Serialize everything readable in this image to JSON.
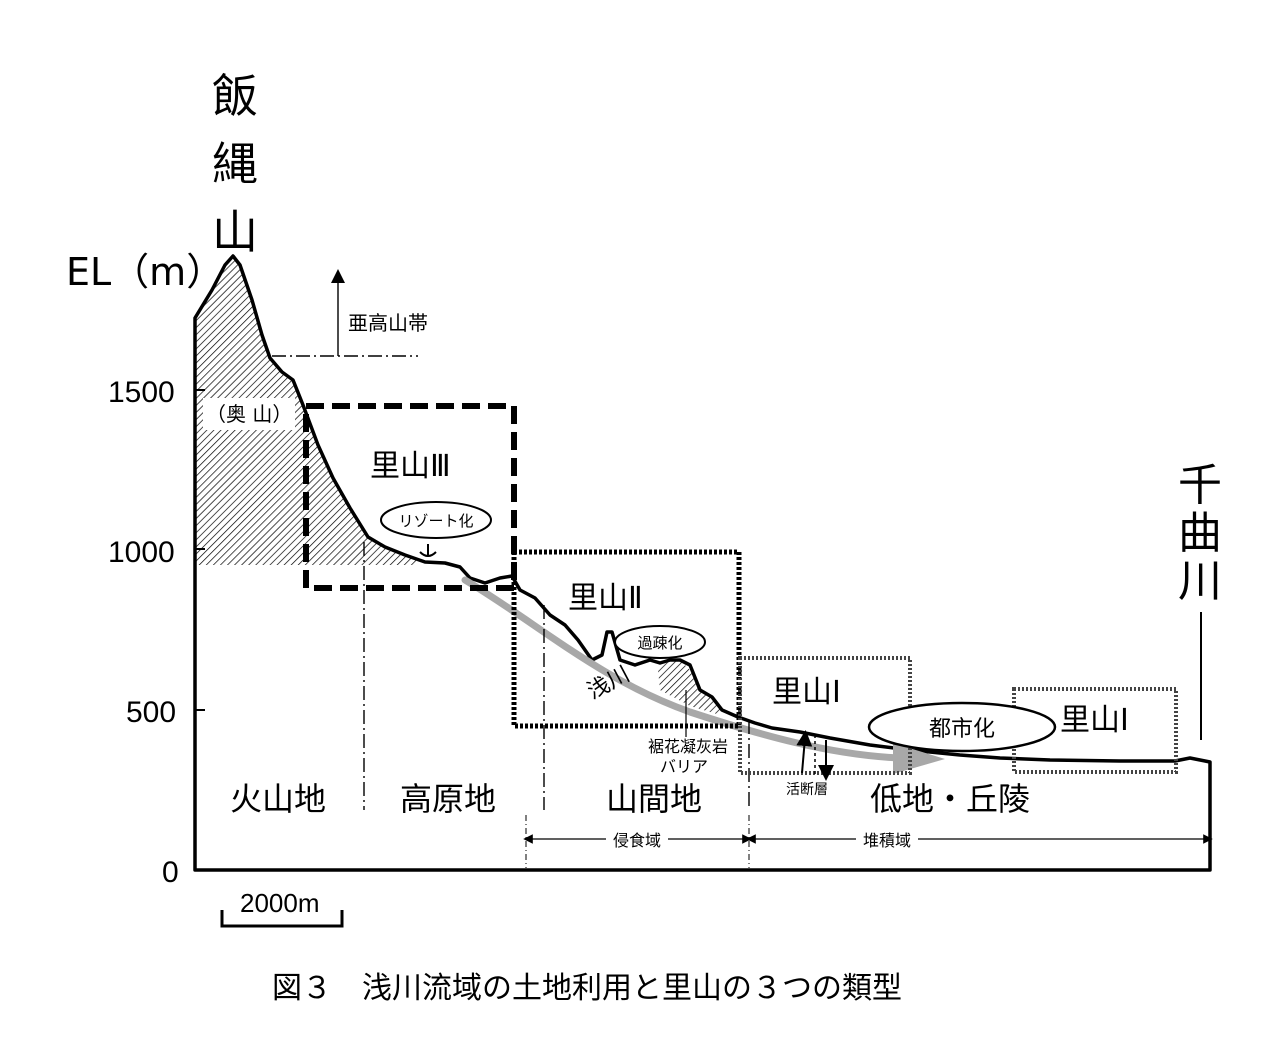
{
  "title": {
    "peak": "飯縄山",
    "river_end": "千曲川",
    "caption": "図３　浅川流域の土地利用と里山の３つの類型"
  },
  "axis": {
    "y_label": "EL（m）",
    "ticks": [
      "1500",
      "1000",
      "500",
      "0"
    ],
    "scale_bar": "2000m"
  },
  "labels": {
    "subalpine": "亜高山帯",
    "okuyama": "（奥 山）",
    "satoyama3": "里山Ⅲ",
    "satoyama2": "里山Ⅱ",
    "satoyama1a": "里山Ⅰ",
    "satoyama1b": "里山Ⅰ",
    "resort": "リゾート化",
    "depopulation": "過疎化",
    "urbanization": "都市化",
    "river": "浅川",
    "barrier_line1": "裾花凝灰岩",
    "barrier_line2": "バリア",
    "active_fault": "活断層"
  },
  "zones": {
    "volcanic": "火山地",
    "plateau": "高原地",
    "intermontane": "山間地",
    "lowland": "低地・丘陵"
  },
  "domains": {
    "erosion": "侵食域",
    "deposition": "堆積域"
  },
  "colors": {
    "line": "#000000",
    "river_arrow": "#a8a8a8",
    "background": "#ffffff"
  }
}
